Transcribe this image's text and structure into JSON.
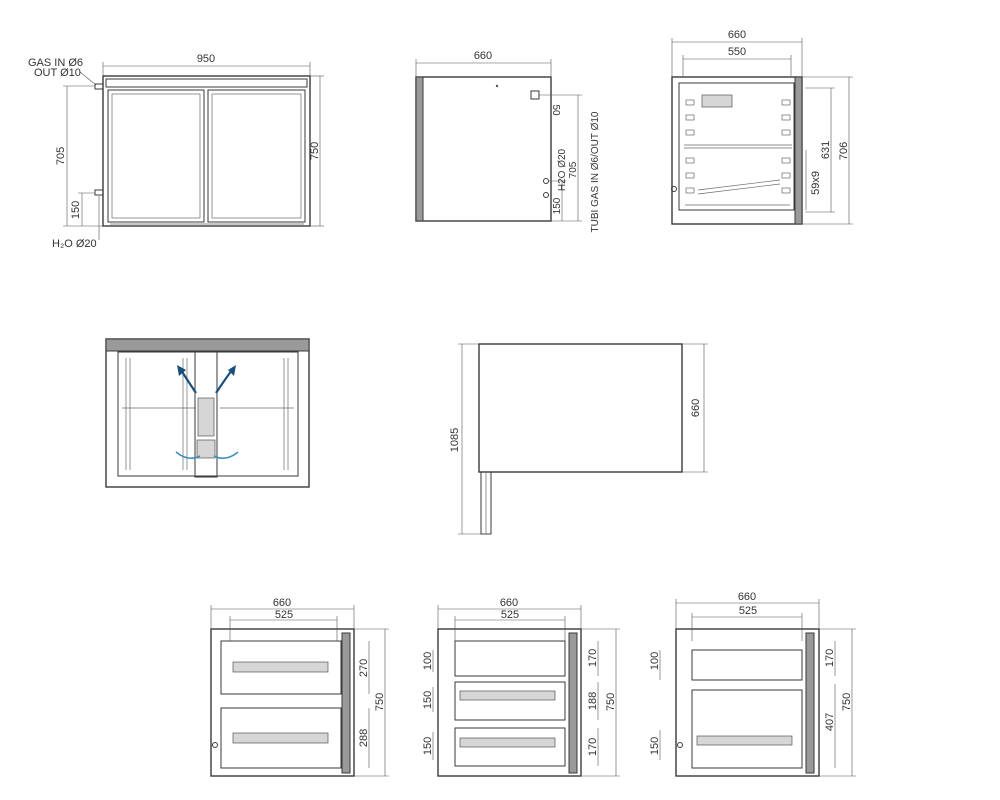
{
  "front_view": {
    "width": "950",
    "height_total": "750",
    "height_connection": "705",
    "drain_height": "150",
    "gas_label_line1": "GAS IN Ø6",
    "gas_label_line2": "OUT Ø10",
    "water_label": "H₂O Ø20"
  },
  "side_view": {
    "depth": "660",
    "h2o_label": "H2O Ø20",
    "gas_pipes_label": "TUBI GAS IN Ø6/OUT Ø10",
    "connection_height": "705",
    "drain_height": "150",
    "small_label": "50"
  },
  "open_view": {
    "width_total": "660",
    "width_inner": "550",
    "height_total": "706",
    "height_inner": "631",
    "grille": "59x9"
  },
  "plan_view": {
    "open_depth": "1085",
    "depth": "660"
  },
  "drawer_views": [
    {
      "width_total": "660",
      "width_inner": "525",
      "height_total": "750",
      "compartments": [
        "270",
        "288"
      ],
      "left_dims": []
    },
    {
      "width_total": "660",
      "width_inner": "525",
      "height_total": "750",
      "compartments": [
        "170",
        "188",
        "170"
      ],
      "left_dims": [
        "100",
        "150",
        "150"
      ]
    },
    {
      "width_total": "660",
      "width_inner": "525",
      "height_total": "750",
      "compartments": [
        "170",
        "407"
      ],
      "left_dims": [
        "100",
        "150"
      ]
    }
  ]
}
